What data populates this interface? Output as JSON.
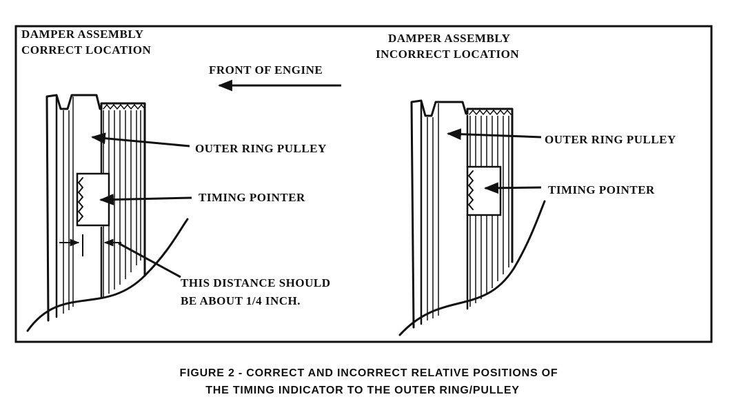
{
  "left_panel": {
    "title_line1": "DAMPER ASSEMBLY",
    "title_line2": "CORRECT LOCATION",
    "label_outer_ring": "OUTER RING PULLEY",
    "label_timing_pointer": "TIMING  POINTER",
    "label_distance_line1": "THIS DISTANCE SHOULD",
    "label_distance_line2": "BE ABOUT 1/4 INCH."
  },
  "right_panel": {
    "title_line1": "DAMPER ASSEMBLY",
    "title_line2": "INCORRECT LOCATION",
    "label_outer_ring": "OUTER RING PULLEY",
    "label_timing_pointer": "TIMING POINTER"
  },
  "front_of_engine": "FRONT OF ENGINE",
  "caption": {
    "line1": "FIGURE 2 - CORRECT AND INCORRECT RELATIVE POSITIONS OF",
    "line2": "THE TIMING INDICATOR TO THE OUTER RING/PULLEY"
  }
}
